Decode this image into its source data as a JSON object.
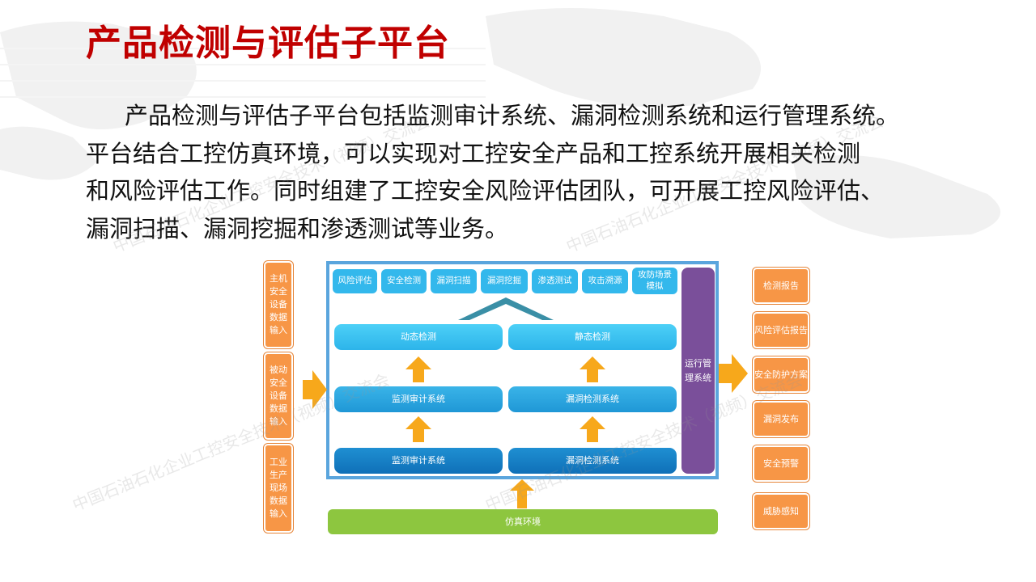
{
  "title": "产品检测与评估子平台",
  "paragraph": [
    "产品检测与评估子平台包括监测审计系统、漏洞检测系统和运行管理系统。",
    "平台结合工控仿真环境，可以实现对工控安全产品和工控系统开展相关检测",
    "和风险评估工作。同时组建了工控安全风险评估团队，可开展工控风险评估、",
    "漏洞扫描、漏洞挖掘和渗透测试等业务。"
  ],
  "diagram": {
    "inputs": [
      "主机安全设备数据输入",
      "被动安全设备数据输入",
      "工业生产现场数据输入"
    ],
    "top_items": [
      "风险评估",
      "安全检测",
      "漏洞扫描",
      "漏洞挖掘",
      "渗透测试",
      "攻击溯源",
      "攻防场景模拟"
    ],
    "row1": [
      "动态检测",
      "静态检测"
    ],
    "row2": [
      "监测审计系统",
      "漏洞检测系统"
    ],
    "row3": [
      "监测审计系统",
      "漏洞检测系统"
    ],
    "management": "运行管理系统",
    "foundation": "仿真环境",
    "outputs": [
      "检测报告",
      "风险评估报告",
      "安全防护方案",
      "漏洞发布",
      "安全预警",
      "威胁感知"
    ]
  },
  "watermark": "中国石油石化企业工控安全技术（视频）交流会",
  "colors": {
    "title": "#c00000",
    "orange": "#f79646",
    "cyan": "#33b8ec",
    "frame": "#5aa5dd",
    "purple": "#7a4f9a",
    "green": "#8dc63f",
    "arrow": "#f7a81b",
    "chevron": "#3a8fa6"
  }
}
